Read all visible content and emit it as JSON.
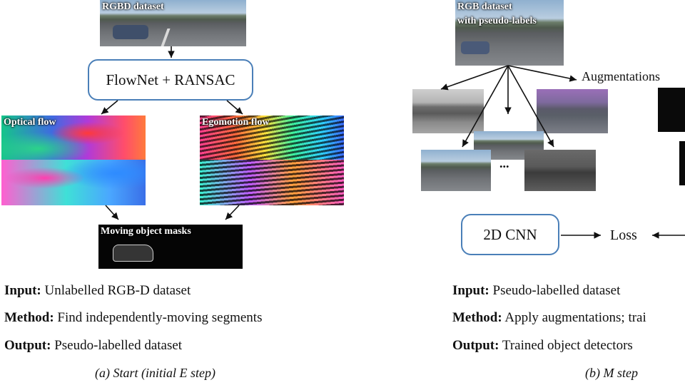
{
  "panel_a": {
    "input_image_label": "RGBD dataset",
    "node_label": "FlowNet + RANSAC",
    "optical_flow_label": "Optical flow",
    "egomotion_flow_label": "Egomotion flow",
    "masks_label": "Moving object masks",
    "input_key": "Input:",
    "input_value": "Unlabelled RGB-D dataset",
    "method_key": "Method:",
    "method_value": "Find independently-moving segments",
    "output_key": "Output:",
    "output_value": "Pseudo-labelled dataset",
    "caption": "(a) Start (initial E step)"
  },
  "panel_b": {
    "input_image_label_line1": "RGB dataset",
    "input_image_label_line2": "with pseudo-labels",
    "augmentations_label": "Augmentations",
    "ellipsis": "...",
    "cnn_label": "2D CNN",
    "loss_label": "Loss",
    "input_key": "Input:",
    "input_value": "Pseudo-labelled dataset",
    "method_key": "Method:",
    "method_value": "Apply augmentations; trai",
    "output_key": "Output:",
    "output_value": "Trained object detectors",
    "caption": "(b) M step"
  },
  "colors": {
    "node_border": "#4a7fb8",
    "arrow": "#111111"
  }
}
